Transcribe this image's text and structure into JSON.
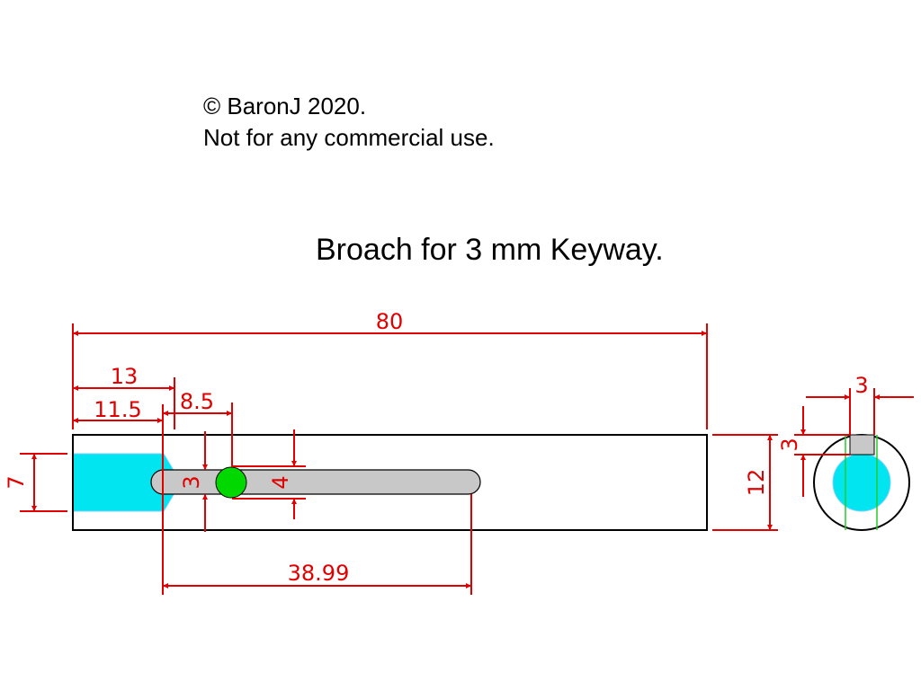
{
  "copyright": {
    "line1": "© BaronJ 2020.",
    "line2": "Not for any commercial use."
  },
  "title": "Broach for 3 mm Keyway.",
  "dimensions": {
    "overall_length": "80",
    "dim_13": "13",
    "dim_11_5": "11.5",
    "dim_8_5": "8.5",
    "dim_38_99": "38.99",
    "end_height": "7",
    "slot_width": "3",
    "pin_dia": "4",
    "bar_height": "12",
    "end_key_width": "3",
    "end_key_depth": "3"
  },
  "colors": {
    "outline": "#000000",
    "dimension": "#e00000",
    "shank": "#00e5f0",
    "slot": "#c8c8c8",
    "pin": "#00d800",
    "centerline": "#22cc22"
  }
}
